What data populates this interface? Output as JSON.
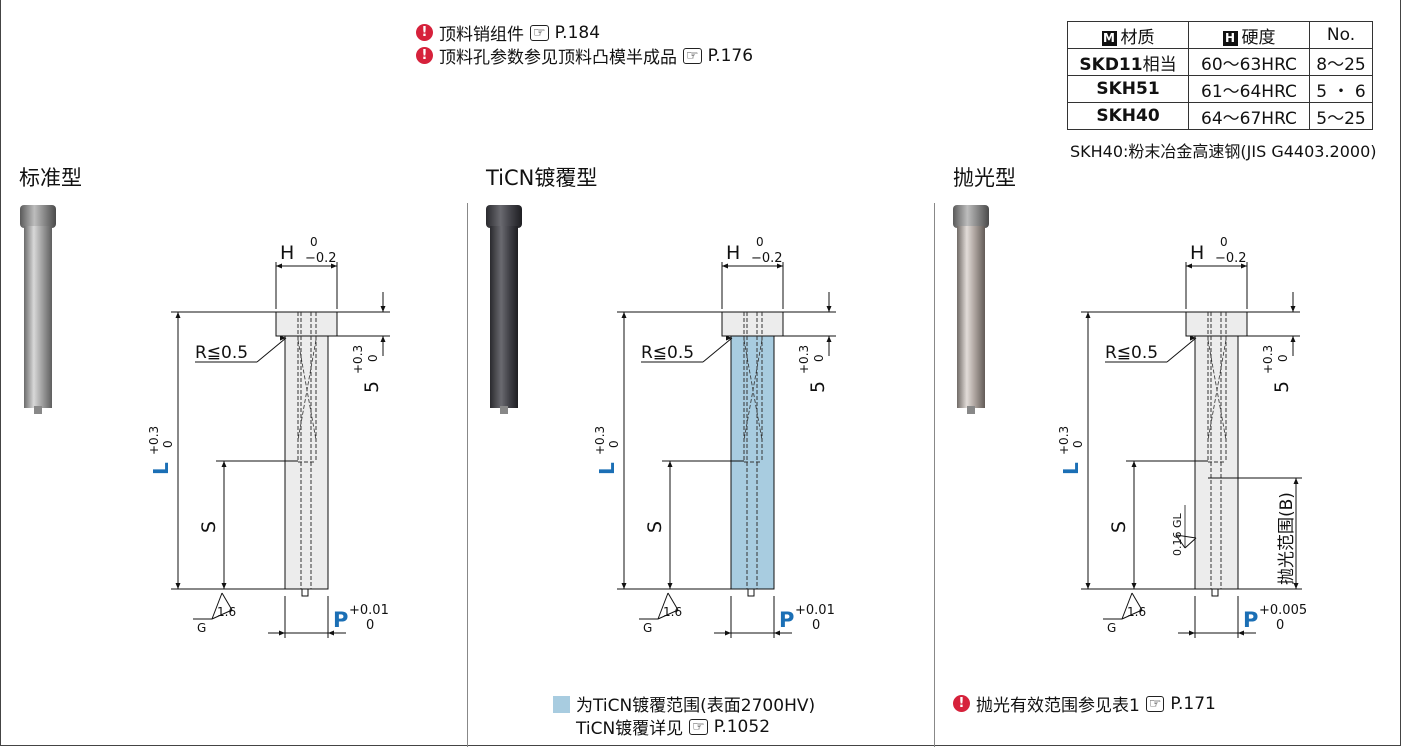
{
  "notes": {
    "line1": "顶料销组件",
    "line1_ref": "P.184",
    "line2": "顶料孔参数参见顶料凸模半成品",
    "line2_ref": "P.176"
  },
  "material_table": {
    "headers": [
      "材质",
      "硬度",
      "No."
    ],
    "header_badges": [
      "M",
      "H"
    ],
    "rows": [
      {
        "material": "SKD11",
        "suffix": "相当",
        "hardness": "60～63HRC",
        "no": "8～25"
      },
      {
        "material": "SKH51",
        "suffix": "",
        "hardness": "61～64HRC",
        "no": "5 ・ 6"
      },
      {
        "material": "SKH40",
        "suffix": "",
        "hardness": "64～67HRC",
        "no": "5～25"
      }
    ],
    "footnote": "SKH40:粉末冶金高速钢(JIS G4403.2000)"
  },
  "sections": [
    {
      "title": "标准型",
      "tolerance": "+0.01",
      "coated": false,
      "polished": false
    },
    {
      "title": "TiCN镀覆型",
      "tolerance": "+0.01",
      "coated": true,
      "polished": false
    },
    {
      "title": "抛光型",
      "tolerance": "+0.005",
      "coated": false,
      "polished": true
    }
  ],
  "dimensions": {
    "h": "H",
    "h_upper": "0",
    "h_lower": "−0.2",
    "r": "R≦0.5",
    "five": "5",
    "five_upper": "+0.3",
    "five_lower": "0",
    "l": "L",
    "l_upper": "+0.3",
    "l_lower": "0",
    "s": "S",
    "p": "P",
    "p_lower": "0",
    "g": "G",
    "finish": "1.6",
    "gl": "GL",
    "finish_polish": "0.16",
    "polish_range": "抛光范围(B)"
  },
  "legend": {
    "coat_line1": "为TiCN镀覆范围(表面2700HV)",
    "coat_line2": "TiCN镀覆详见",
    "coat_ref": "P.1052",
    "polish_note": "抛光有效范围参见表1",
    "polish_ref": "P.171"
  },
  "colors": {
    "accent_blue": "#1b6fb5",
    "coat_fill": "#a8cce0",
    "warn_red": "#d6213b"
  },
  "icons": [
    "warning-icon",
    "pointing-hand-icon"
  ]
}
